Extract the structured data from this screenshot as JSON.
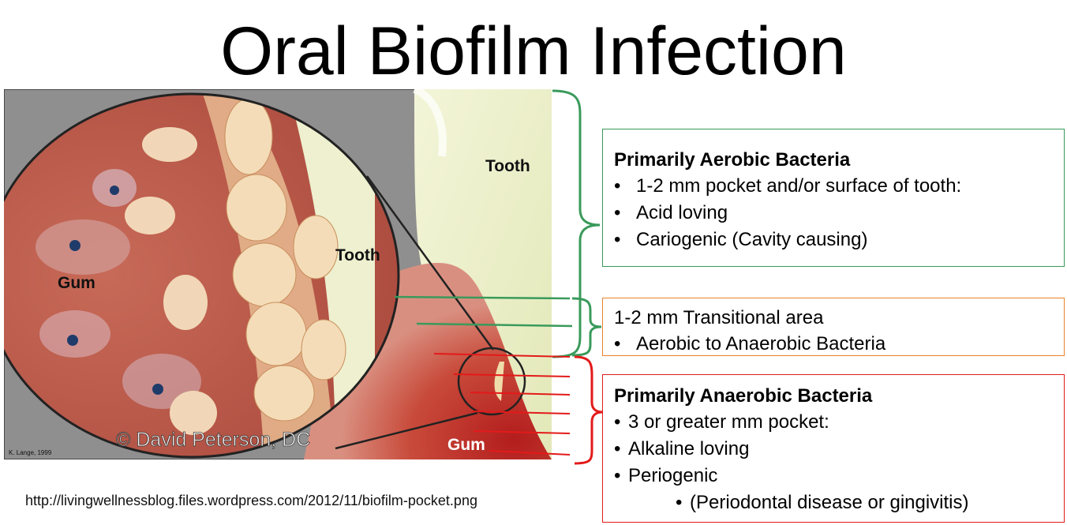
{
  "title": "Oral Biofilm Infection",
  "illustration": {
    "label_tooth_upper": "Tooth",
    "label_tooth_inner": "Tooth",
    "label_gum_left": "Gum",
    "label_gum_lower": "Gum",
    "watermark": "© David Peterson, DC",
    "artist_credit": "K. Lange, 1999"
  },
  "boxes": {
    "aerobic": {
      "heading": "Primarily Aerobic Bacteria",
      "items": [
        "1-2 mm pocket and/or surface of tooth:",
        "Acid loving",
        "Cariogenic (Cavity causing)"
      ]
    },
    "transitional": {
      "heading": "1-2 mm Transitional area",
      "items": [
        "Aerobic to Anaerobic Bacteria"
      ]
    },
    "anaerobic": {
      "heading": "Primarily Anaerobic Bacteria",
      "items": [
        "3 or greater mm pocket:",
        "Alkaline loving",
        "Periogenic"
      ],
      "subitem": "(Periodontal disease or gingivitis)"
    }
  },
  "source_url": "http://livingwellnessblog.files.wordpress.com/2012/11/biofilm-pocket.png",
  "colors": {
    "aerobic": "#3a9a5b",
    "transitional": "#e8832a",
    "anaerobic": "#e31a1a"
  },
  "bullet": "•"
}
